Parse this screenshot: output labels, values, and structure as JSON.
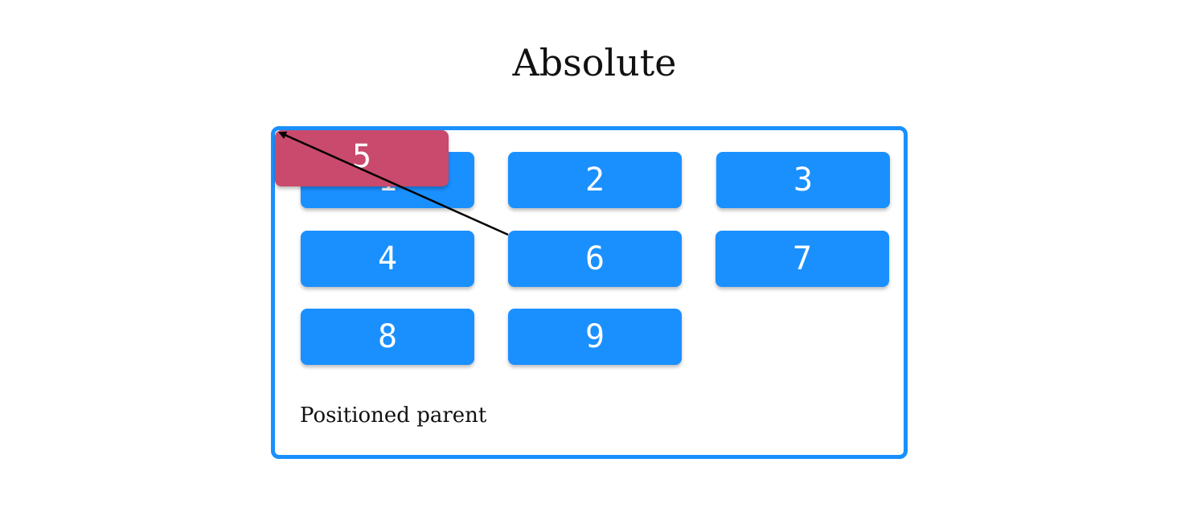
{
  "title": "Absolute",
  "parent_label": "Positioned parent",
  "boxes": {
    "b1": "1",
    "b2": "2",
    "b3": "3",
    "b4": "4",
    "b5": "5",
    "b6": "6",
    "b7": "7",
    "b8": "8",
    "b9": "9"
  },
  "colors": {
    "box": "#1a90ff",
    "absolute_box": "#c94a6c",
    "parent_border": "#1a90ff",
    "arrow": "#000000"
  }
}
